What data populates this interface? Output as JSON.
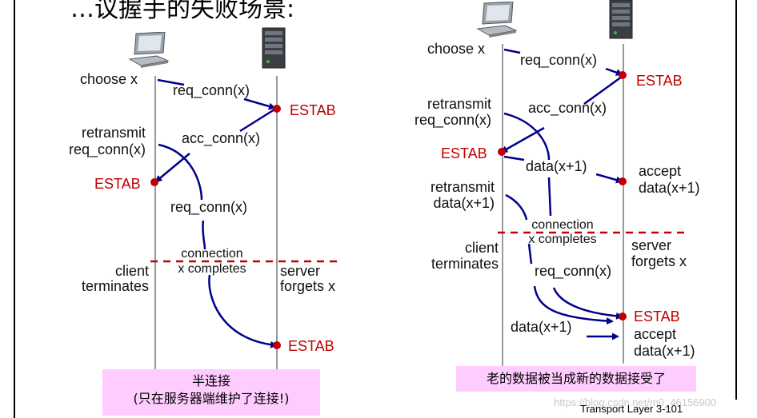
{
  "title": "…议握手的失败场景:",
  "left": {
    "choose": "choose x",
    "req1": "req_conn(x)",
    "estab_server1": "ESTAB",
    "retransmit1": "retransmit",
    "retransmit2": "req_conn(x)",
    "acc": "acc_conn(x)",
    "estab_client": "ESTAB",
    "req2": "req_conn(x)",
    "connection1": "connection",
    "connection2": "x completes",
    "client1": "client",
    "client2": "terminates",
    "server1": "server",
    "server2": "forgets x",
    "estab_server2": "ESTAB",
    "caption1": "半连接",
    "caption2": "(只在服务器端维护了连接!)"
  },
  "right": {
    "choose": "choose x",
    "req1": "req_conn(x)",
    "estab_server1": "ESTAB",
    "retransmit1": "retransmit",
    "retransmit2": "req_conn(x)",
    "acc": "acc_conn(x)",
    "estab_client": "ESTAB",
    "data1": "data(x+1)",
    "accept1": "accept",
    "accept1b": "data(x+1)",
    "retransmit3": "retransmit",
    "retransmit4": "data(x+1)",
    "connection1": "connection",
    "connection2": "x completes",
    "client1": "client",
    "client2": "terminates",
    "server1": "server",
    "server2": "forgets x",
    "req2": "req_conn(x)",
    "estab_server2": "ESTAB",
    "data2": "data(x+1)",
    "accept2": "accept",
    "accept2b": "data(x+1)",
    "caption": "老的数据被当成新的数据接受了"
  },
  "footer": "Transport Layer   3-101",
  "watermark": "https://blog.csdn.net/m0_46156900",
  "colors": {
    "arrow": "#00008b",
    "estab": "#c00000",
    "dash": "#c00000",
    "caption_bg": "#ffccff"
  }
}
